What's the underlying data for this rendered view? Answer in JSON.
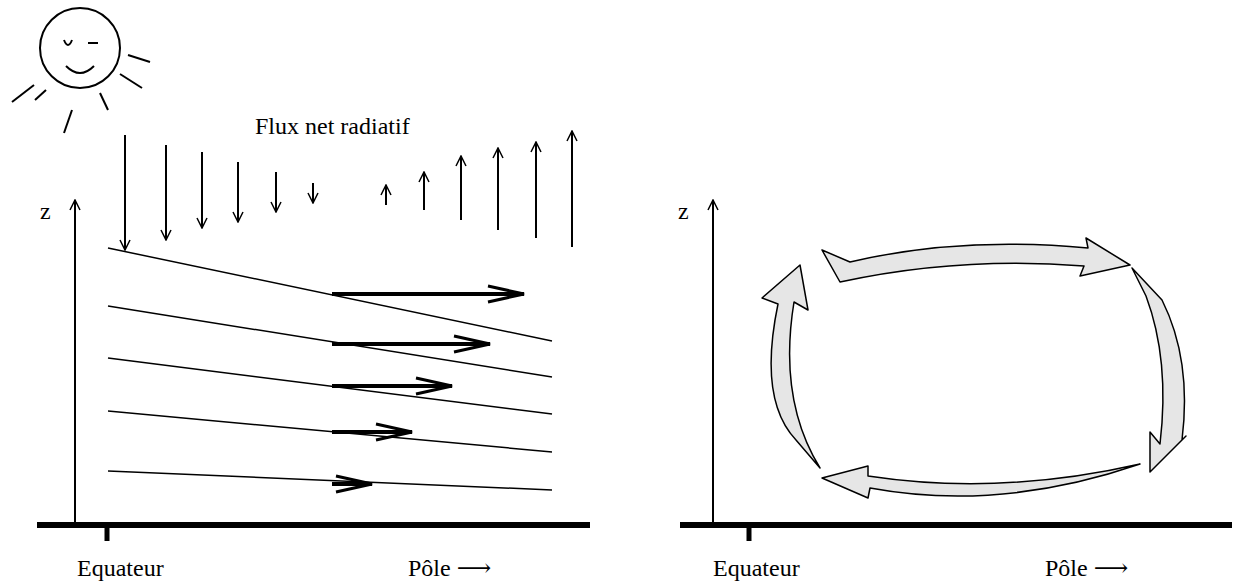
{
  "diagram": {
    "labels": [
      "Flux net radiatif",
      "z",
      "Equateur",
      "Pôle ⟶",
      "z",
      "Equateur",
      "Pôle ⟶"
    ]
  }
}
